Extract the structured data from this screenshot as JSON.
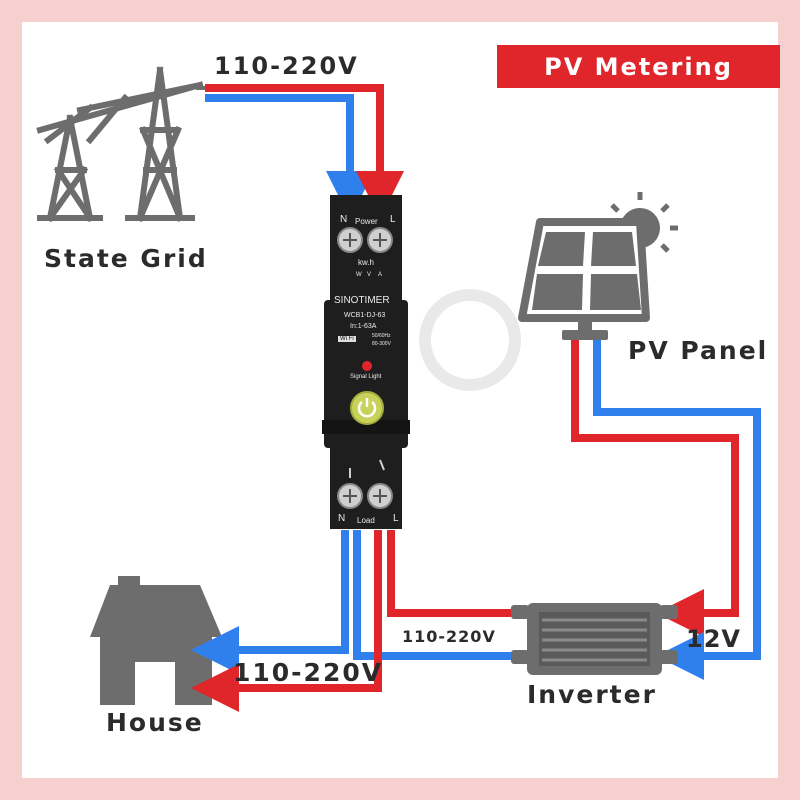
{
  "title_badge": "PV Metering",
  "labels": {
    "grid_voltage": "110-220V",
    "state_grid": "State Grid",
    "pv_panel": "PV Panel",
    "house": "House",
    "house_voltage": "110-220V",
    "inverter": "Inverter",
    "inverter_voltage": "110-220V",
    "dc_voltage": "12V"
  },
  "device": {
    "top_n": "N",
    "top_power": "Power",
    "top_l": "L",
    "kwh": "kw.h",
    "meter_units": [
      "W",
      "V",
      "A"
    ],
    "brand": "SINOTIMER",
    "model": "WCB1-DJ-63",
    "rating": "In:1-63A",
    "wifi": "Wi Fi",
    "freq": "50/60Hz",
    "range": "80-300V",
    "signal": "Signal Light",
    "bottom_n": "N",
    "bottom_load": "Load",
    "bottom_l": "L"
  },
  "colors": {
    "live": "#e1262b",
    "neutral": "#2f80ed",
    "icon": "#6d6d6d",
    "device_body": "#1e1e1e",
    "power_button": "#c8d25a"
  }
}
